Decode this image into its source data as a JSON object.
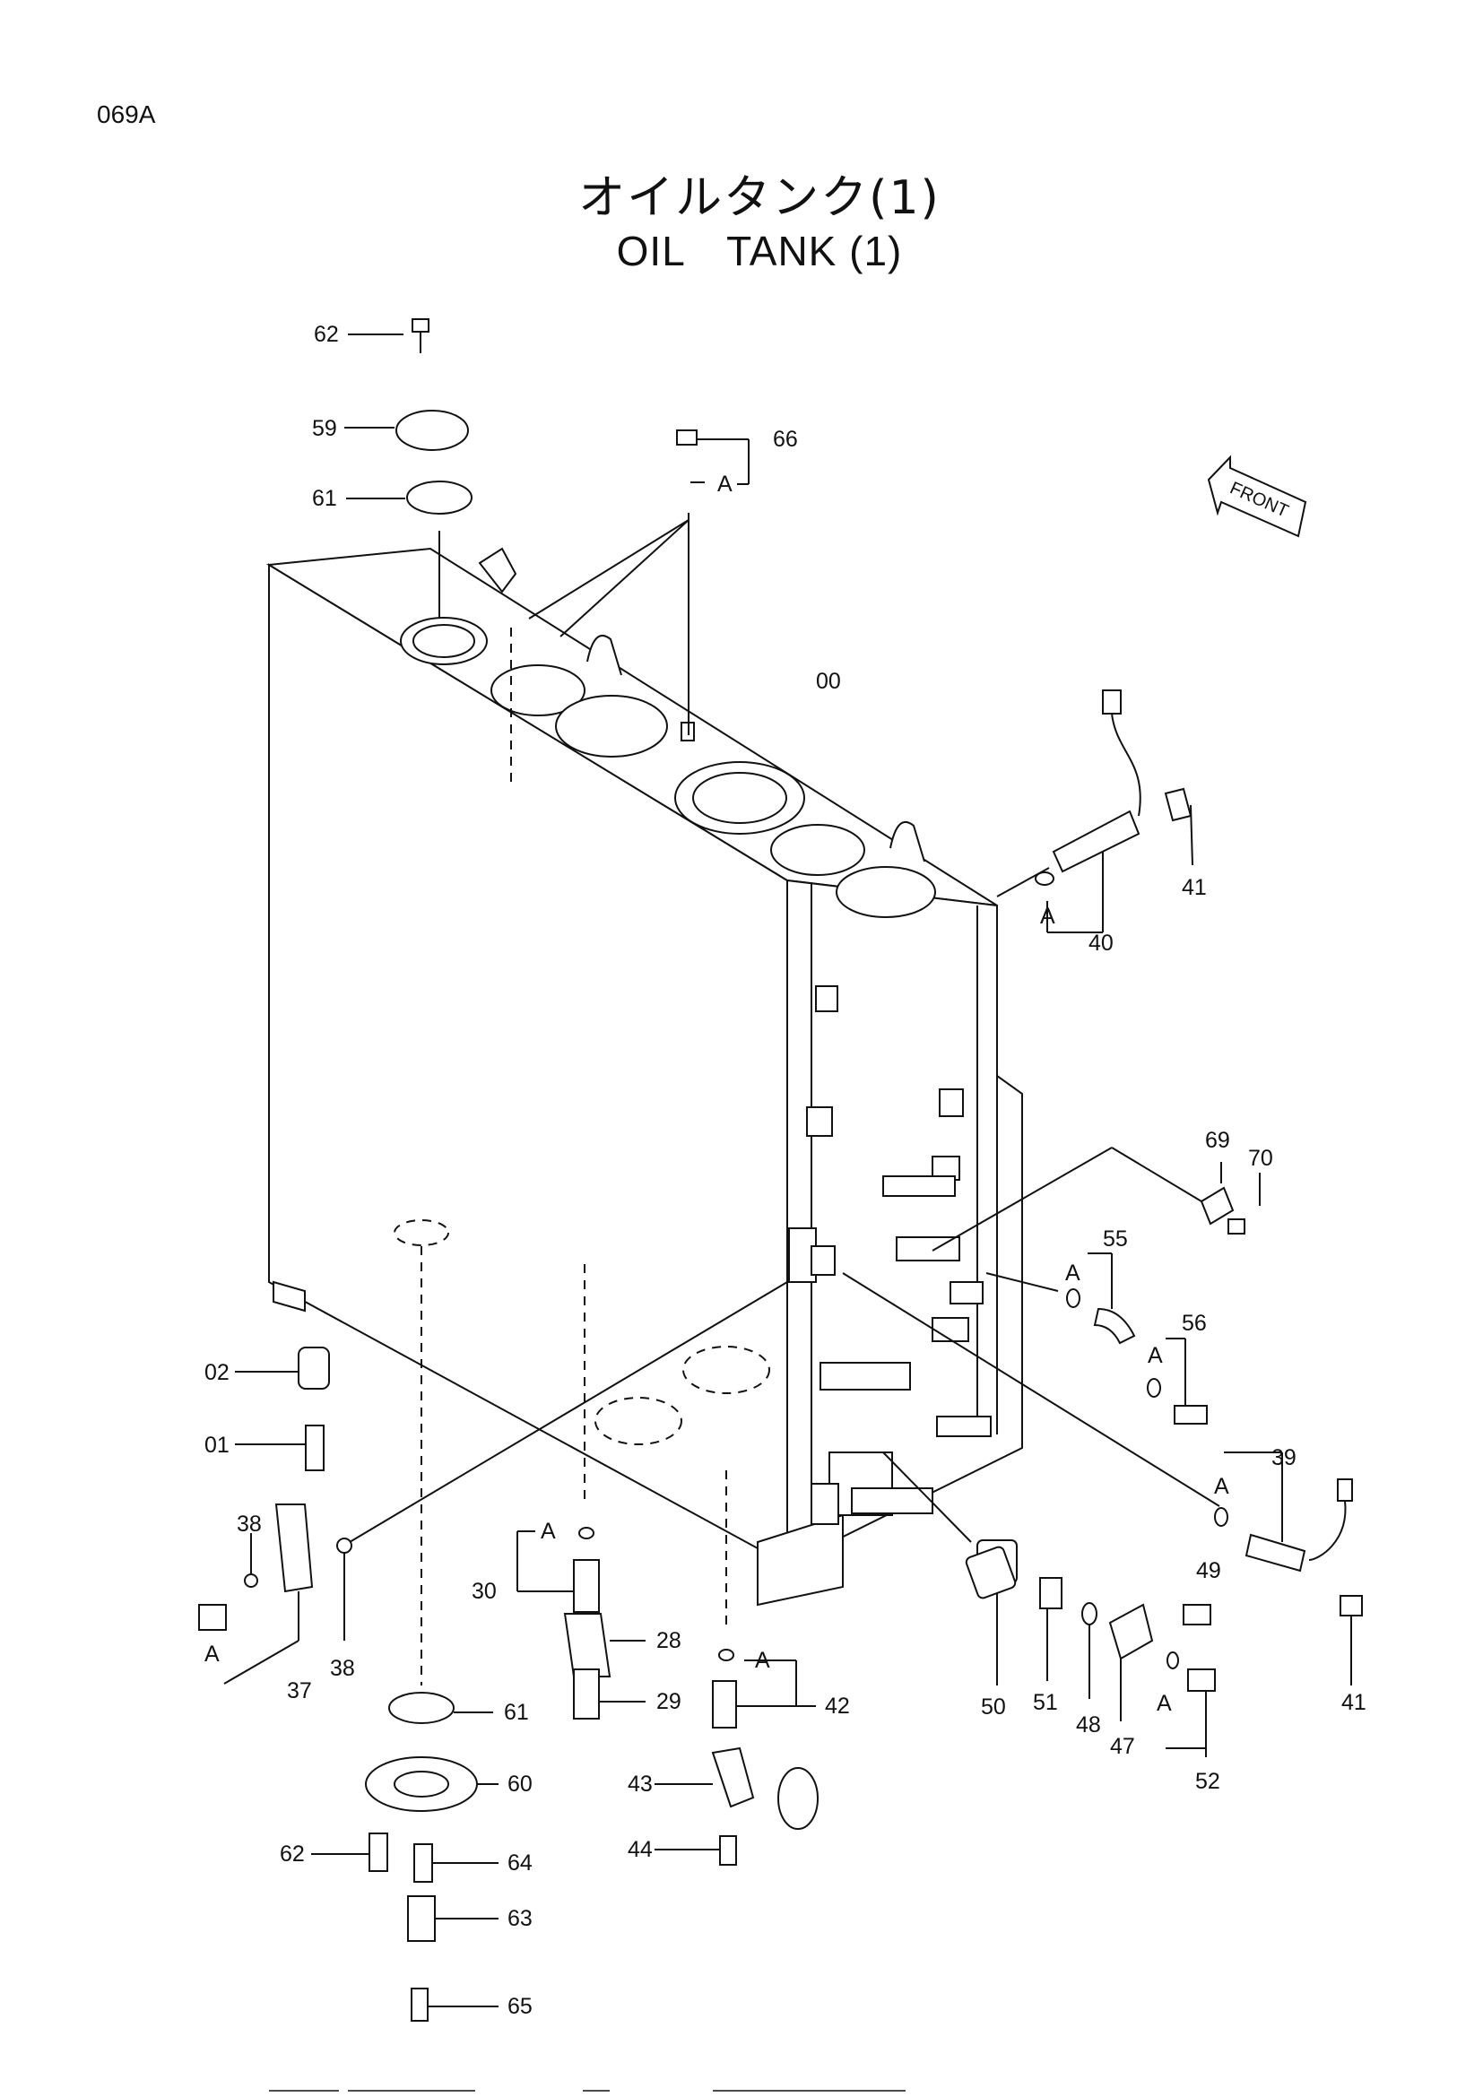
{
  "page_code": "069A",
  "title_ja": "オイルタンク(1)",
  "title_en": "OIL　TANK (1)",
  "front_label": "FRONT",
  "ref_letter": "A",
  "labels": {
    "l00": "00",
    "l01": "01",
    "l02": "02",
    "l28": "28",
    "l29": "29",
    "l30": "30",
    "l37": "37",
    "l38a": "38",
    "l38b": "38",
    "l39": "39",
    "l40": "40",
    "l41a": "41",
    "l41b": "41",
    "l42": "42",
    "l43": "43",
    "l44": "44",
    "l47": "47",
    "l48": "48",
    "l49": "49",
    "l50": "50",
    "l51": "51",
    "l52": "52",
    "l55": "55",
    "l56": "56",
    "l59": "59",
    "l60": "60",
    "l61a": "61",
    "l61b": "61",
    "l62a": "62",
    "l62b": "62",
    "l63": "63",
    "l64": "64",
    "l65": "65",
    "l66": "66",
    "l69": "69",
    "l70": "70"
  }
}
